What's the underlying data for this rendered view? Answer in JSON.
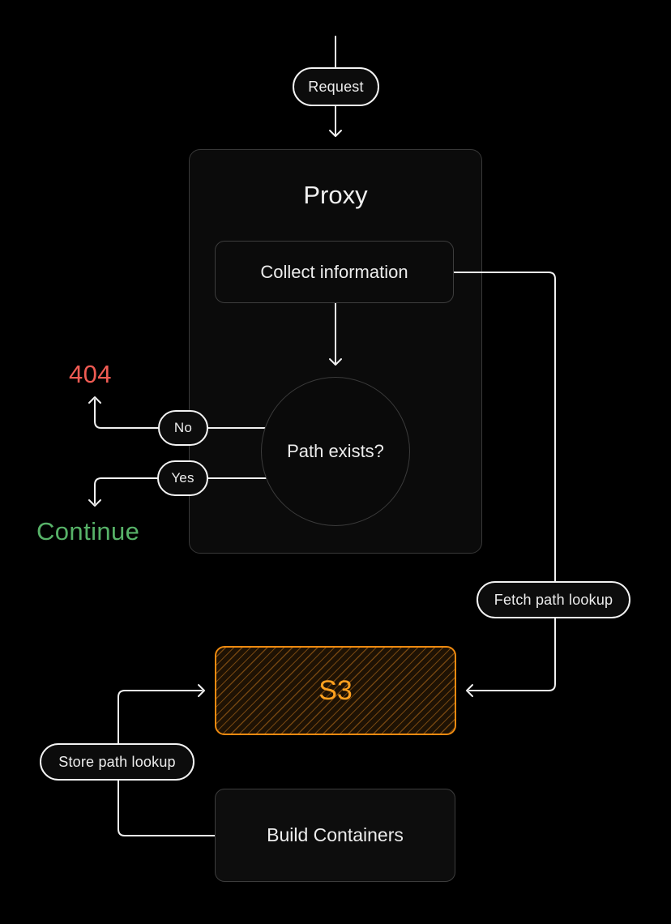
{
  "canvas": {
    "background": "#000000",
    "line_color": "#f0f0f0",
    "box_border_color": "#3d3d3d",
    "pill_border_color": "#f3f3f3"
  },
  "nodes": {
    "request": {
      "label": "Request"
    },
    "proxy": {
      "title": "Proxy"
    },
    "collect_information": {
      "label": "Collect information"
    },
    "path_exists": {
      "label": "Path exists?"
    },
    "result_404": {
      "label": "404",
      "color": "#ef5b53"
    },
    "continue": {
      "label": "Continue",
      "color": "#57b268"
    },
    "s3": {
      "label": "S3",
      "color": "#ffa11f",
      "border_color": "#ee8a10",
      "hatch_fill": "#1e1204"
    },
    "build_containers": {
      "label": "Build Containers"
    }
  },
  "edges": {
    "no": {
      "label": "No"
    },
    "yes": {
      "label": "Yes"
    },
    "fetch_path_lookup": {
      "label": "Fetch path lookup"
    },
    "store_path_lookup": {
      "label": "Store path lookup"
    }
  }
}
